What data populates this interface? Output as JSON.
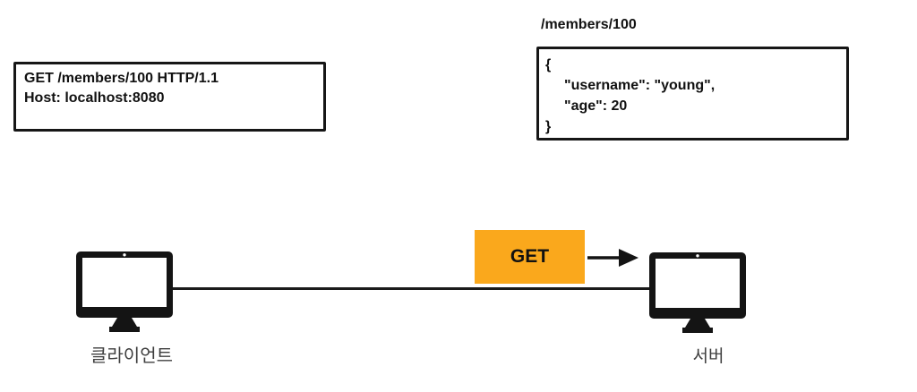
{
  "request_box": {
    "lines": [
      "GET /members/100 HTTP/1.1",
      "Host: localhost:8080"
    ]
  },
  "response": {
    "path_label": "/members/100",
    "body_lines": [
      "{",
      "\"username\": \"young\",",
      "\"age\": 20",
      "}"
    ]
  },
  "flow": {
    "method_label": "GET",
    "client_label": "클라이언트",
    "server_label": "서버"
  },
  "colors": {
    "method_badge_bg": "#FAA81C",
    "ink": "#161616",
    "node_label": "#3E3E3E"
  }
}
